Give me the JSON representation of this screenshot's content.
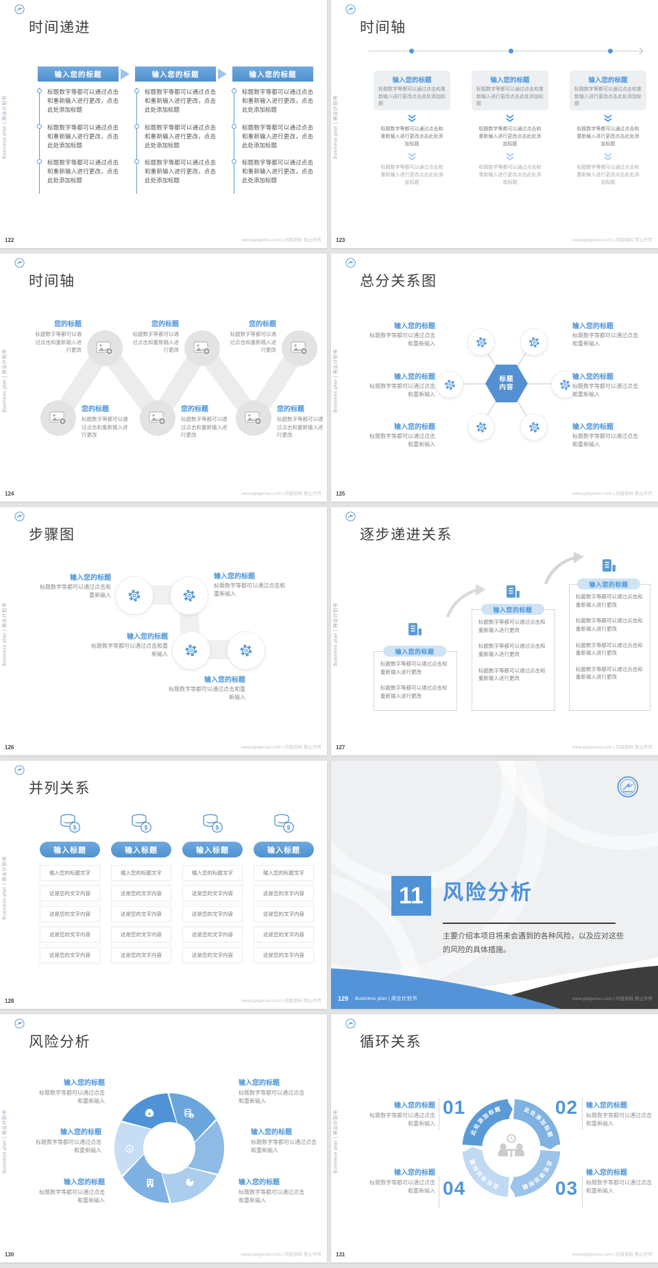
{
  "chrome": {
    "side_text": "Business plan | 商业计划书",
    "footer_url": "www.pptgenius.com | 内容资料 禁止外传"
  },
  "strings": {
    "item_title": "输入您的标题",
    "small_title": "您的标题",
    "pill_title": "输入标题",
    "hub_top": "标题",
    "hub_bottom": "内容",
    "seg_label": "此处添加标题",
    "p_full": "标题数字等都可以通过点击和重新输入进行更改，点击此处添加标题",
    "p_full2": "标题数字等都可以通过点击和重新输入进行更改点击此处添加标题",
    "p_mid": "标题数字等都可以通过点击和重新输入进行更改",
    "p_short": "标题数字等都可以通过点击和重新输入",
    "cell_head": "输入您的标题文字",
    "cell_body": "这是您的文字内容"
  },
  "colors": {
    "accent_blue": "#5b9bd5",
    "dark_band": "#3d3d3d"
  },
  "slides": [
    {
      "num": "122",
      "title": "时间递进"
    },
    {
      "num": "123",
      "title": "时间轴"
    },
    {
      "num": "124",
      "title": "时间轴"
    },
    {
      "num": "125",
      "title": "总分关系图"
    },
    {
      "num": "126",
      "title": "步骤图"
    },
    {
      "num": "127",
      "title": "逐步递进关系"
    },
    {
      "num": "128",
      "title": "并列关系"
    },
    {
      "num": "129",
      "title": "风险分析",
      "section_number": "11",
      "subtitle": "主要介绍本项目将来会遇到的各种风险，以及应对这些的风险的具体措施。",
      "brand": "Business plan | 商业计划书"
    },
    {
      "num": "130",
      "title": "风险分析"
    },
    {
      "num": "131",
      "title": "循环关系",
      "numbers": [
        "01",
        "02",
        "03",
        "04"
      ]
    }
  ]
}
